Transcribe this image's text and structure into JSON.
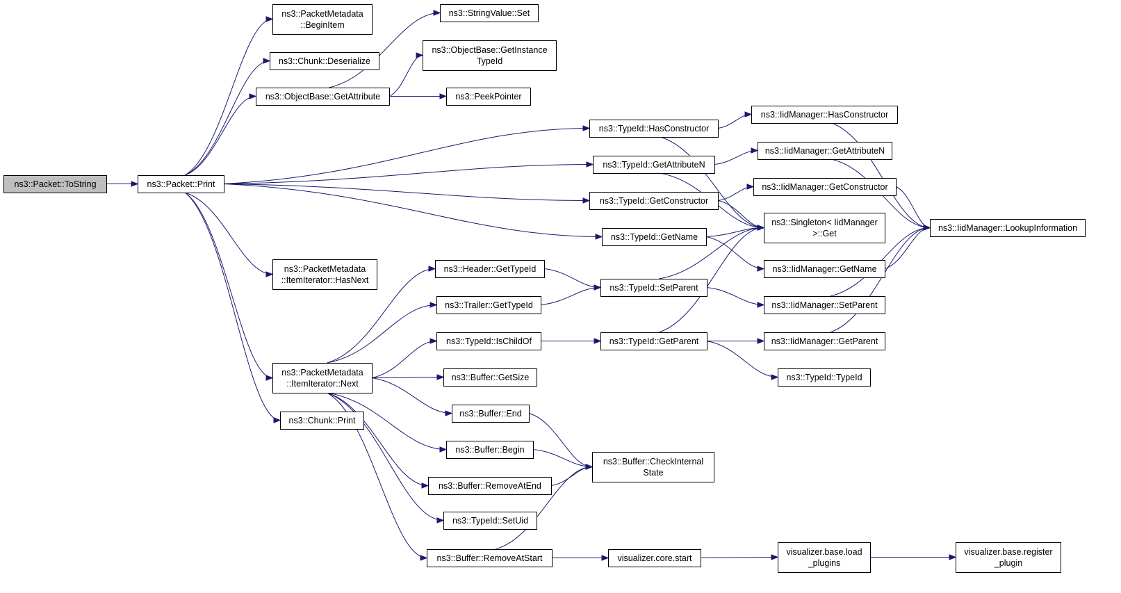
{
  "graph": {
    "nodes": [
      {
        "id": "tostring",
        "lines": [
          "ns3::Packet::ToString"
        ],
        "root": true
      },
      {
        "id": "print",
        "lines": [
          "ns3::Packet::Print"
        ]
      },
      {
        "id": "pm_beginitem",
        "lines": [
          "ns3::PacketMetadata",
          "::BeginItem"
        ]
      },
      {
        "id": "chunk_deserialize",
        "lines": [
          "ns3::Chunk::Deserialize"
        ]
      },
      {
        "id": "ob_getattribute",
        "lines": [
          "ns3::ObjectBase::GetAttribute"
        ]
      },
      {
        "id": "stringvalue_set",
        "lines": [
          "ns3::StringValue::Set"
        ]
      },
      {
        "id": "ob_getinstancetypeid",
        "lines": [
          "ns3::ObjectBase::GetInstance",
          "TypeId"
        ]
      },
      {
        "id": "peekpointer",
        "lines": [
          "ns3::PeekPointer"
        ]
      },
      {
        "id": "tid_hasconstructor",
        "lines": [
          "ns3::TypeId::HasConstructor"
        ]
      },
      {
        "id": "tid_getattributen",
        "lines": [
          "ns3::TypeId::GetAttributeN"
        ]
      },
      {
        "id": "tid_getconstructor",
        "lines": [
          "ns3::TypeId::GetConstructor"
        ]
      },
      {
        "id": "tid_getname",
        "lines": [
          "ns3::TypeId::GetName"
        ]
      },
      {
        "id": "iid_hasconstructor",
        "lines": [
          "ns3::IidManager::HasConstructor"
        ]
      },
      {
        "id": "iid_getattributen",
        "lines": [
          "ns3::IidManager::GetAttributeN"
        ]
      },
      {
        "id": "iid_getconstructor",
        "lines": [
          "ns3::IidManager::GetConstructor"
        ]
      },
      {
        "id": "singleton_get",
        "lines": [
          "ns3::Singleton< IidManager",
          ">::Get"
        ]
      },
      {
        "id": "iid_getname",
        "lines": [
          "ns3::IidManager::GetName"
        ]
      },
      {
        "id": "iid_lookup",
        "lines": [
          "ns3::IidManager::LookupInformation"
        ]
      },
      {
        "id": "pm_hasnext",
        "lines": [
          "ns3::PacketMetadata",
          "::ItemIterator::HasNext"
        ]
      },
      {
        "id": "pm_next",
        "lines": [
          "ns3::PacketMetadata",
          "::ItemIterator::Next"
        ]
      },
      {
        "id": "chunk_print",
        "lines": [
          "ns3::Chunk::Print"
        ]
      },
      {
        "id": "header_gettypeid",
        "lines": [
          "ns3::Header::GetTypeId"
        ]
      },
      {
        "id": "trailer_gettypeid",
        "lines": [
          "ns3::Trailer::GetTypeId"
        ]
      },
      {
        "id": "tid_ischildof",
        "lines": [
          "ns3::TypeId::IsChildOf"
        ]
      },
      {
        "id": "buffer_getsize",
        "lines": [
          "ns3::Buffer::GetSize"
        ]
      },
      {
        "id": "buffer_end",
        "lines": [
          "ns3::Buffer::End"
        ]
      },
      {
        "id": "buffer_begin",
        "lines": [
          "ns3::Buffer::Begin"
        ]
      },
      {
        "id": "buffer_removeatend",
        "lines": [
          "ns3::Buffer::RemoveAtEnd"
        ]
      },
      {
        "id": "tid_setuid",
        "lines": [
          "ns3::TypeId::SetUid"
        ]
      },
      {
        "id": "buffer_removeatstart",
        "lines": [
          "ns3::Buffer::RemoveAtStart"
        ]
      },
      {
        "id": "tid_setparent",
        "lines": [
          "ns3::TypeId::SetParent"
        ]
      },
      {
        "id": "tid_getparent",
        "lines": [
          "ns3::TypeId::GetParent"
        ]
      },
      {
        "id": "iid_setparent",
        "lines": [
          "ns3::IidManager::SetParent"
        ]
      },
      {
        "id": "iid_getparent",
        "lines": [
          "ns3::IidManager::GetParent"
        ]
      },
      {
        "id": "tid_typeid",
        "lines": [
          "ns3::TypeId::TypeId"
        ]
      },
      {
        "id": "buffer_checkinternalstate",
        "lines": [
          "ns3::Buffer::CheckInternal",
          "State"
        ]
      },
      {
        "id": "viz_core_start",
        "lines": [
          "visualizer.core.start"
        ]
      },
      {
        "id": "viz_load_plugins",
        "lines": [
          "visualizer.base.load",
          "_plugins"
        ]
      },
      {
        "id": "viz_register_plugin",
        "lines": [
          "visualizer.base.register",
          "_plugin"
        ]
      }
    ],
    "edges": [
      [
        "tostring",
        "print"
      ],
      [
        "print",
        "pm_beginitem"
      ],
      [
        "print",
        "chunk_deserialize"
      ],
      [
        "print",
        "ob_getattribute"
      ],
      [
        "print",
        "tid_hasconstructor"
      ],
      [
        "print",
        "tid_getattributen"
      ],
      [
        "print",
        "tid_getconstructor"
      ],
      [
        "print",
        "tid_getname"
      ],
      [
        "print",
        "pm_hasnext"
      ],
      [
        "print",
        "pm_next"
      ],
      [
        "print",
        "chunk_print"
      ],
      [
        "ob_getattribute",
        "stringvalue_set"
      ],
      [
        "ob_getattribute",
        "ob_getinstancetypeid"
      ],
      [
        "ob_getattribute",
        "peekpointer"
      ],
      [
        "tid_hasconstructor",
        "iid_hasconstructor"
      ],
      [
        "tid_hasconstructor",
        "singleton_get"
      ],
      [
        "tid_getattributen",
        "iid_getattributen"
      ],
      [
        "tid_getattributen",
        "singleton_get"
      ],
      [
        "tid_getconstructor",
        "iid_getconstructor"
      ],
      [
        "tid_getconstructor",
        "singleton_get"
      ],
      [
        "tid_getname",
        "singleton_get"
      ],
      [
        "tid_getname",
        "iid_getname"
      ],
      [
        "iid_hasconstructor",
        "iid_lookup"
      ],
      [
        "iid_getattributen",
        "iid_lookup"
      ],
      [
        "iid_getconstructor",
        "iid_lookup"
      ],
      [
        "iid_getname",
        "iid_lookup"
      ],
      [
        "iid_setparent",
        "iid_lookup"
      ],
      [
        "iid_getparent",
        "iid_lookup"
      ],
      [
        "pm_next",
        "header_gettypeid"
      ],
      [
        "pm_next",
        "trailer_gettypeid"
      ],
      [
        "pm_next",
        "tid_ischildof"
      ],
      [
        "pm_next",
        "buffer_getsize"
      ],
      [
        "pm_next",
        "buffer_end"
      ],
      [
        "pm_next",
        "buffer_begin"
      ],
      [
        "pm_next",
        "buffer_removeatend"
      ],
      [
        "pm_next",
        "tid_setuid"
      ],
      [
        "pm_next",
        "buffer_removeatstart"
      ],
      [
        "header_gettypeid",
        "tid_setparent"
      ],
      [
        "trailer_gettypeid",
        "tid_setparent"
      ],
      [
        "tid_ischildof",
        "tid_getparent"
      ],
      [
        "tid_setparent",
        "singleton_get"
      ],
      [
        "tid_setparent",
        "iid_setparent"
      ],
      [
        "tid_getparent",
        "singleton_get"
      ],
      [
        "tid_getparent",
        "iid_getparent"
      ],
      [
        "tid_getparent",
        "tid_typeid"
      ],
      [
        "buffer_end",
        "buffer_checkinternalstate"
      ],
      [
        "buffer_begin",
        "buffer_checkinternalstate"
      ],
      [
        "buffer_removeatend",
        "buffer_checkinternalstate"
      ],
      [
        "buffer_removeatstart",
        "buffer_checkinternalstate"
      ],
      [
        "buffer_removeatstart",
        "viz_core_start"
      ],
      [
        "viz_core_start",
        "viz_load_plugins"
      ],
      [
        "viz_load_plugins",
        "viz_register_plugin"
      ]
    ]
  },
  "colors": {
    "edge": "#191970",
    "root_fill": "#bfbfbf",
    "node_fill": "#ffffff",
    "node_border": "#000000"
  }
}
